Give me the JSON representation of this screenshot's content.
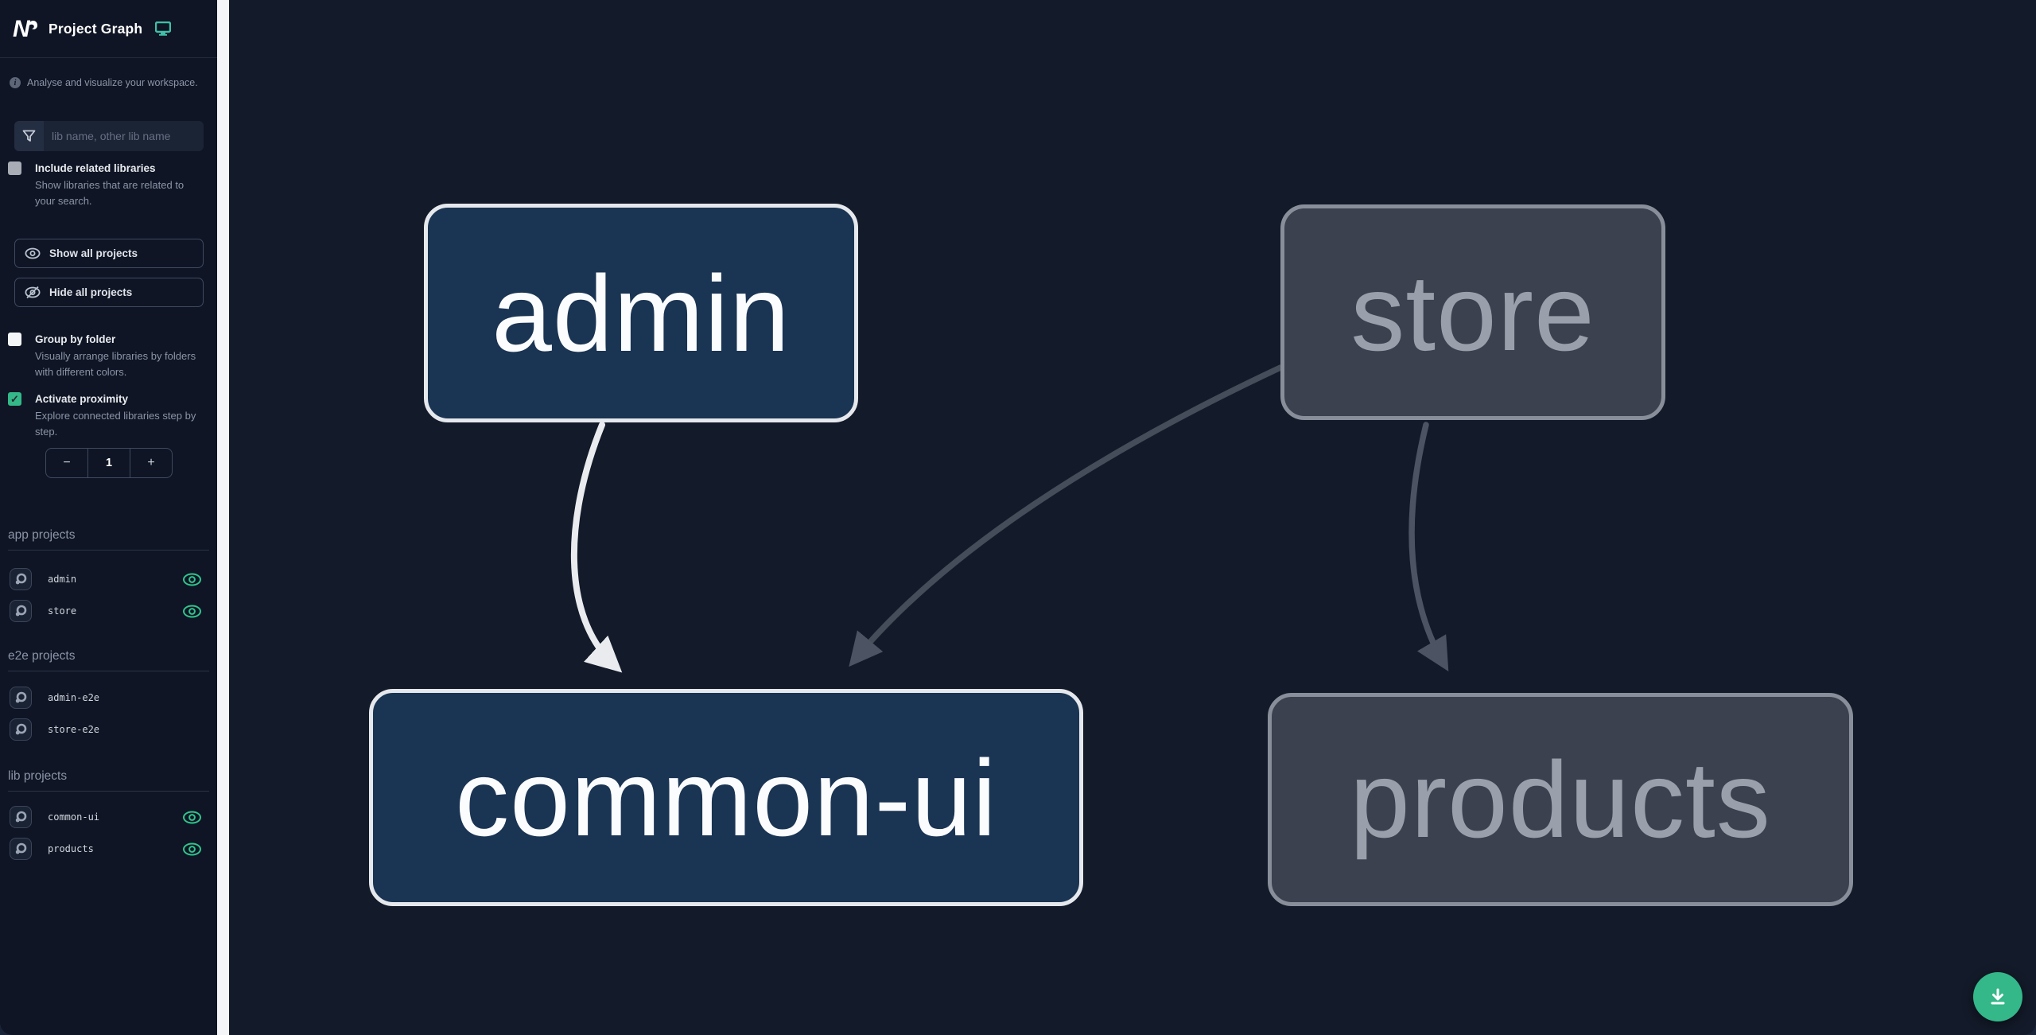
{
  "header": {
    "title": "Project Graph",
    "logo_icon": "nx-logo",
    "theme_icon": "monitor-icon"
  },
  "sidebar": {
    "tagline": "Analyse and visualize your workspace.",
    "search": {
      "placeholder": "lib name, other lib name"
    },
    "toggles": [
      {
        "label": "Include related libraries",
        "description": "Show libraries that are related to your search.",
        "checked": false
      },
      {
        "label": "Group by folder",
        "description": "Visually arrange libraries by folders with different colors.",
        "checked": false
      },
      {
        "label": "Activate proximity",
        "description": "Explore connected libraries step by step.",
        "checked": true
      }
    ],
    "buttons": [
      {
        "label": "Show all projects",
        "icon": "eye-icon"
      },
      {
        "label": "Hide all projects",
        "icon": "eye-off-icon"
      }
    ],
    "proximity_stepper": {
      "decrement": "−",
      "value": "1",
      "increment": "+"
    },
    "sections": [
      {
        "title": "app projects",
        "items": [
          {
            "name": "admin",
            "visible": true
          },
          {
            "name": "store",
            "visible": true
          }
        ]
      },
      {
        "title": "e2e projects",
        "items": [
          {
            "name": "admin-e2e",
            "visible": false
          },
          {
            "name": "store-e2e",
            "visible": false
          }
        ]
      },
      {
        "title": "lib projects",
        "items": [
          {
            "name": "common-ui",
            "visible": true
          },
          {
            "name": "products",
            "visible": true
          }
        ]
      }
    ]
  },
  "graph": {
    "nodes": [
      {
        "label": "admin",
        "state": "focused"
      },
      {
        "label": "store",
        "state": "faded"
      },
      {
        "label": "common-ui",
        "state": "focused"
      },
      {
        "label": "products",
        "state": "faded"
      }
    ],
    "edges": [
      {
        "from": "admin",
        "to": "common-ui",
        "state": "highlighted"
      },
      {
        "from": "store",
        "to": "common-ui",
        "state": "faded"
      },
      {
        "from": "store",
        "to": "products",
        "state": "faded"
      }
    ]
  },
  "fab": {
    "icon": "download-icon"
  },
  "icons": {
    "check": "✓"
  },
  "colors": {
    "sidebar_bg": "#0f1524",
    "canvas_bg": "#131a29",
    "accent_emerald": "#31c48d",
    "accent_teal": "#3fbfa7",
    "fab_green": "#34b789",
    "node_focused_fill": "#1a3453",
    "node_focused_border": "#e5e8ec",
    "node_faded_fill": "#3b414f",
    "node_faded_border": "#898f9a",
    "edge_highlighted": "#e9ebef",
    "edge_faded": "#454c5a"
  }
}
